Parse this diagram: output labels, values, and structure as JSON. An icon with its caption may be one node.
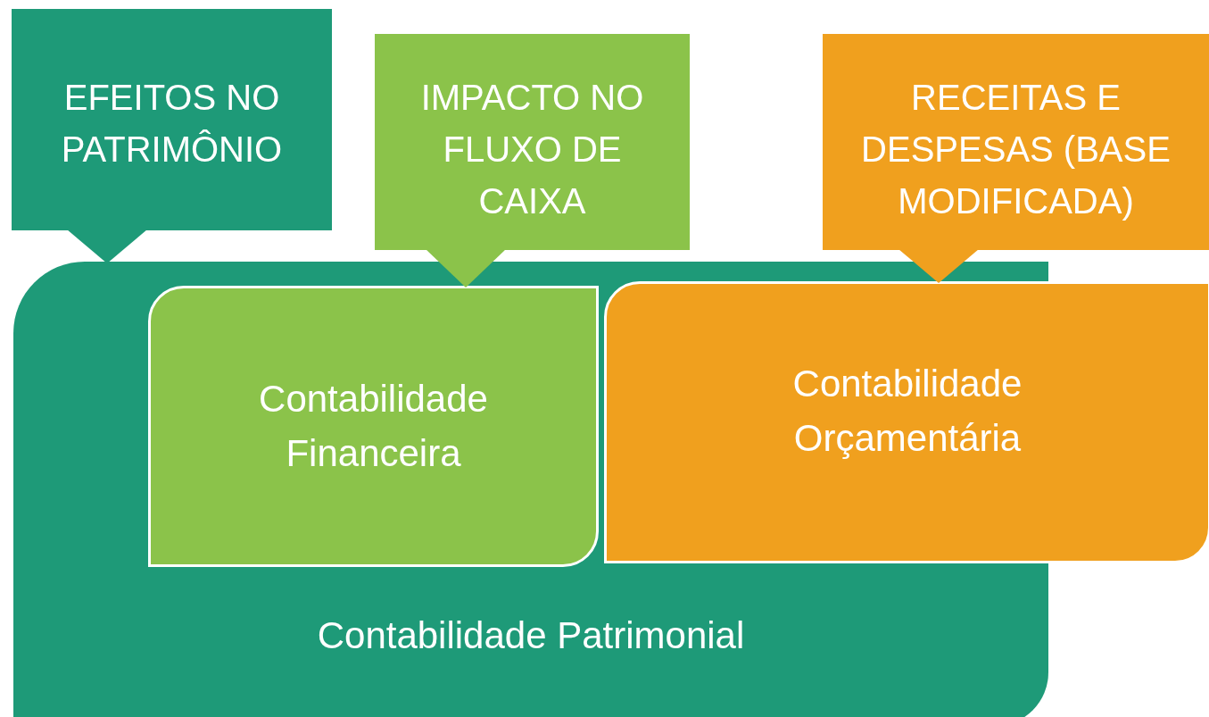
{
  "diagram": {
    "nodes": [
      {
        "text": [
          "EFEITOS NO PATRIMÔNIO"
        ]
      },
      {
        "text": [
          "IMPACTO  NO FLUXO DE CAIXA"
        ]
      },
      {
        "text": [
          "RECEITAS E DESPESAS (BASE MODIFICADA)"
        ]
      },
      {
        "text": [
          "Contabilidade Patrimonial"
        ]
      },
      {
        "text": [
          "Contabilidade Financeira"
        ],
        "in": 3
      },
      {
        "text": [
          "Contabilidade Orçamentária"
        ]
      }
    ],
    "edges": [
      {
        "from": 0,
        "to": 3,
        "arrow": "none"
      },
      {
        "from": 1,
        "to": 4,
        "arrow": "none"
      },
      {
        "from": 2,
        "to": 5,
        "arrow": "none"
      }
    ]
  }
}
